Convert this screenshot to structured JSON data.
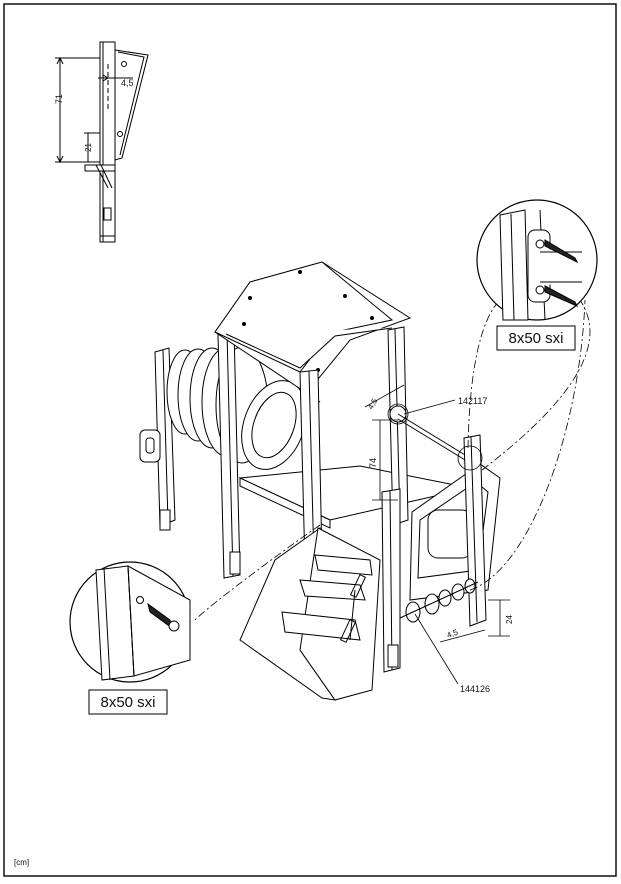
{
  "dimensions": {
    "detail_height": "71",
    "detail_offset": "4,5",
    "detail_small": "21",
    "post_height": "74",
    "post_offset": "4,5",
    "stair_height": "24",
    "stair_offset": "4,5"
  },
  "parts": {
    "part_upper": "142117",
    "part_lower": "144126"
  },
  "screw_labels": {
    "top_right": "8x50 sxi",
    "bottom_left": "8x50 sxi"
  },
  "unit": "[cm]"
}
